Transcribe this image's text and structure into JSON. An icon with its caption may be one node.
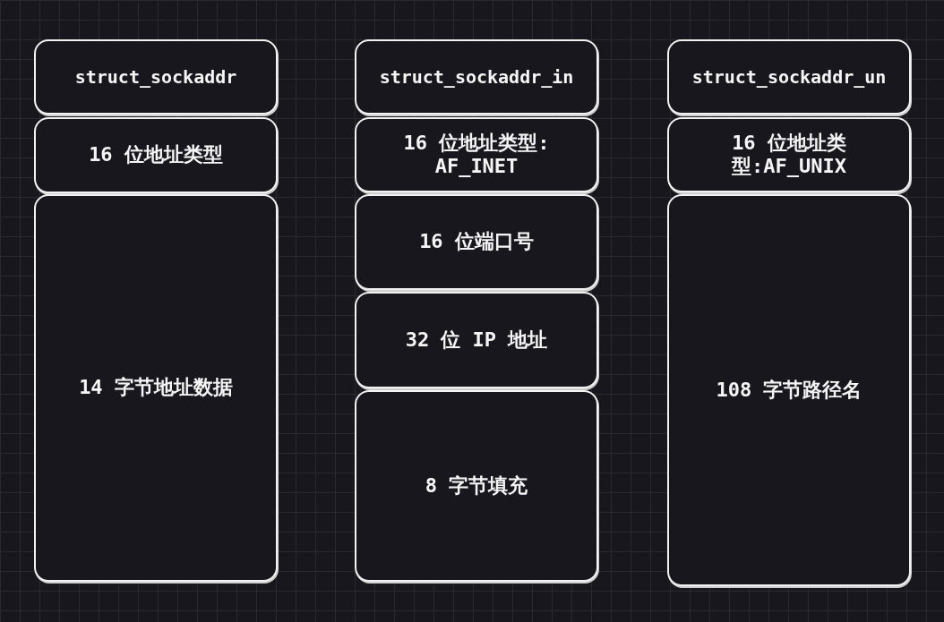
{
  "diagram": {
    "nodes": [
      {
        "text": [
          "struct_sockaddr"
        ]
      },
      {
        "text": [
          "16 位地址类型"
        ]
      },
      {
        "text": [
          "14 字节地址数据"
        ]
      },
      {
        "text": [
          "struct_sockaddr_in"
        ]
      },
      {
        "text": [
          "16 位地址类型: AF_INET"
        ]
      },
      {
        "text": [
          "16 位端口号"
        ]
      },
      {
        "text": [
          "32 位 IP 地址"
        ]
      },
      {
        "text": [
          "8 字节填充"
        ]
      },
      {
        "text": [
          "struct_sockaddr_un"
        ]
      },
      {
        "text": [
          "16 位地址类型:AF_UNIX"
        ]
      },
      {
        "text": [
          "108 字节路径名"
        ]
      }
    ]
  }
}
